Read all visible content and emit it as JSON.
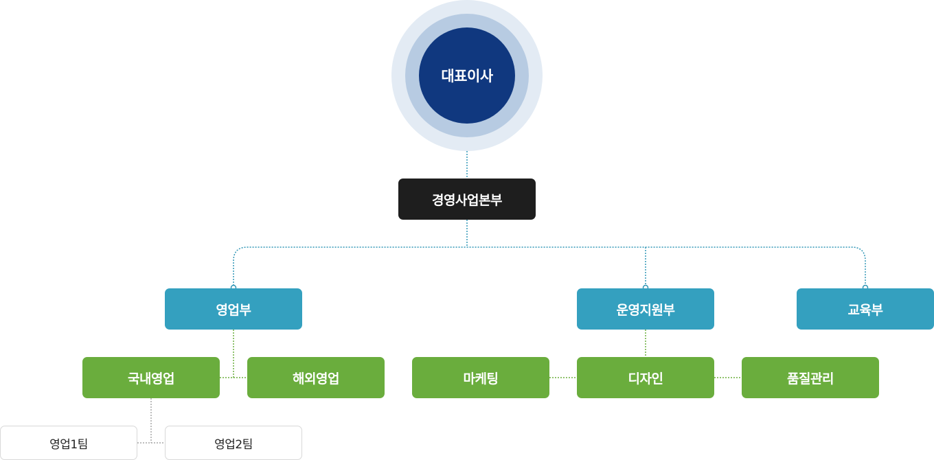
{
  "ceo": {
    "label": "대표이사"
  },
  "division": {
    "label": "경영사업본부"
  },
  "departments": [
    {
      "label": "영업부"
    },
    {
      "label": "운영지원부"
    },
    {
      "label": "교육부"
    }
  ],
  "sales_teams": [
    {
      "label": "국내영업"
    },
    {
      "label": "해외영업"
    }
  ],
  "support_teams": [
    {
      "label": "마케팅"
    },
    {
      "label": "디자인"
    },
    {
      "label": "품질관리"
    }
  ],
  "sales_units": [
    {
      "label": "영업1팀"
    },
    {
      "label": "영업2팀"
    }
  ],
  "colors": {
    "ceo_core": "#10387f",
    "ceo_ring_mid": "#b7cbe2",
    "ceo_ring_outer": "#e3ebf4",
    "division": "#1e1e1e",
    "department": "#34a0bf",
    "team": "#6aad3d",
    "connector_blue": "#2f95b5",
    "connector_green": "#6aad3d",
    "connector_gray": "#a6a6a6"
  }
}
